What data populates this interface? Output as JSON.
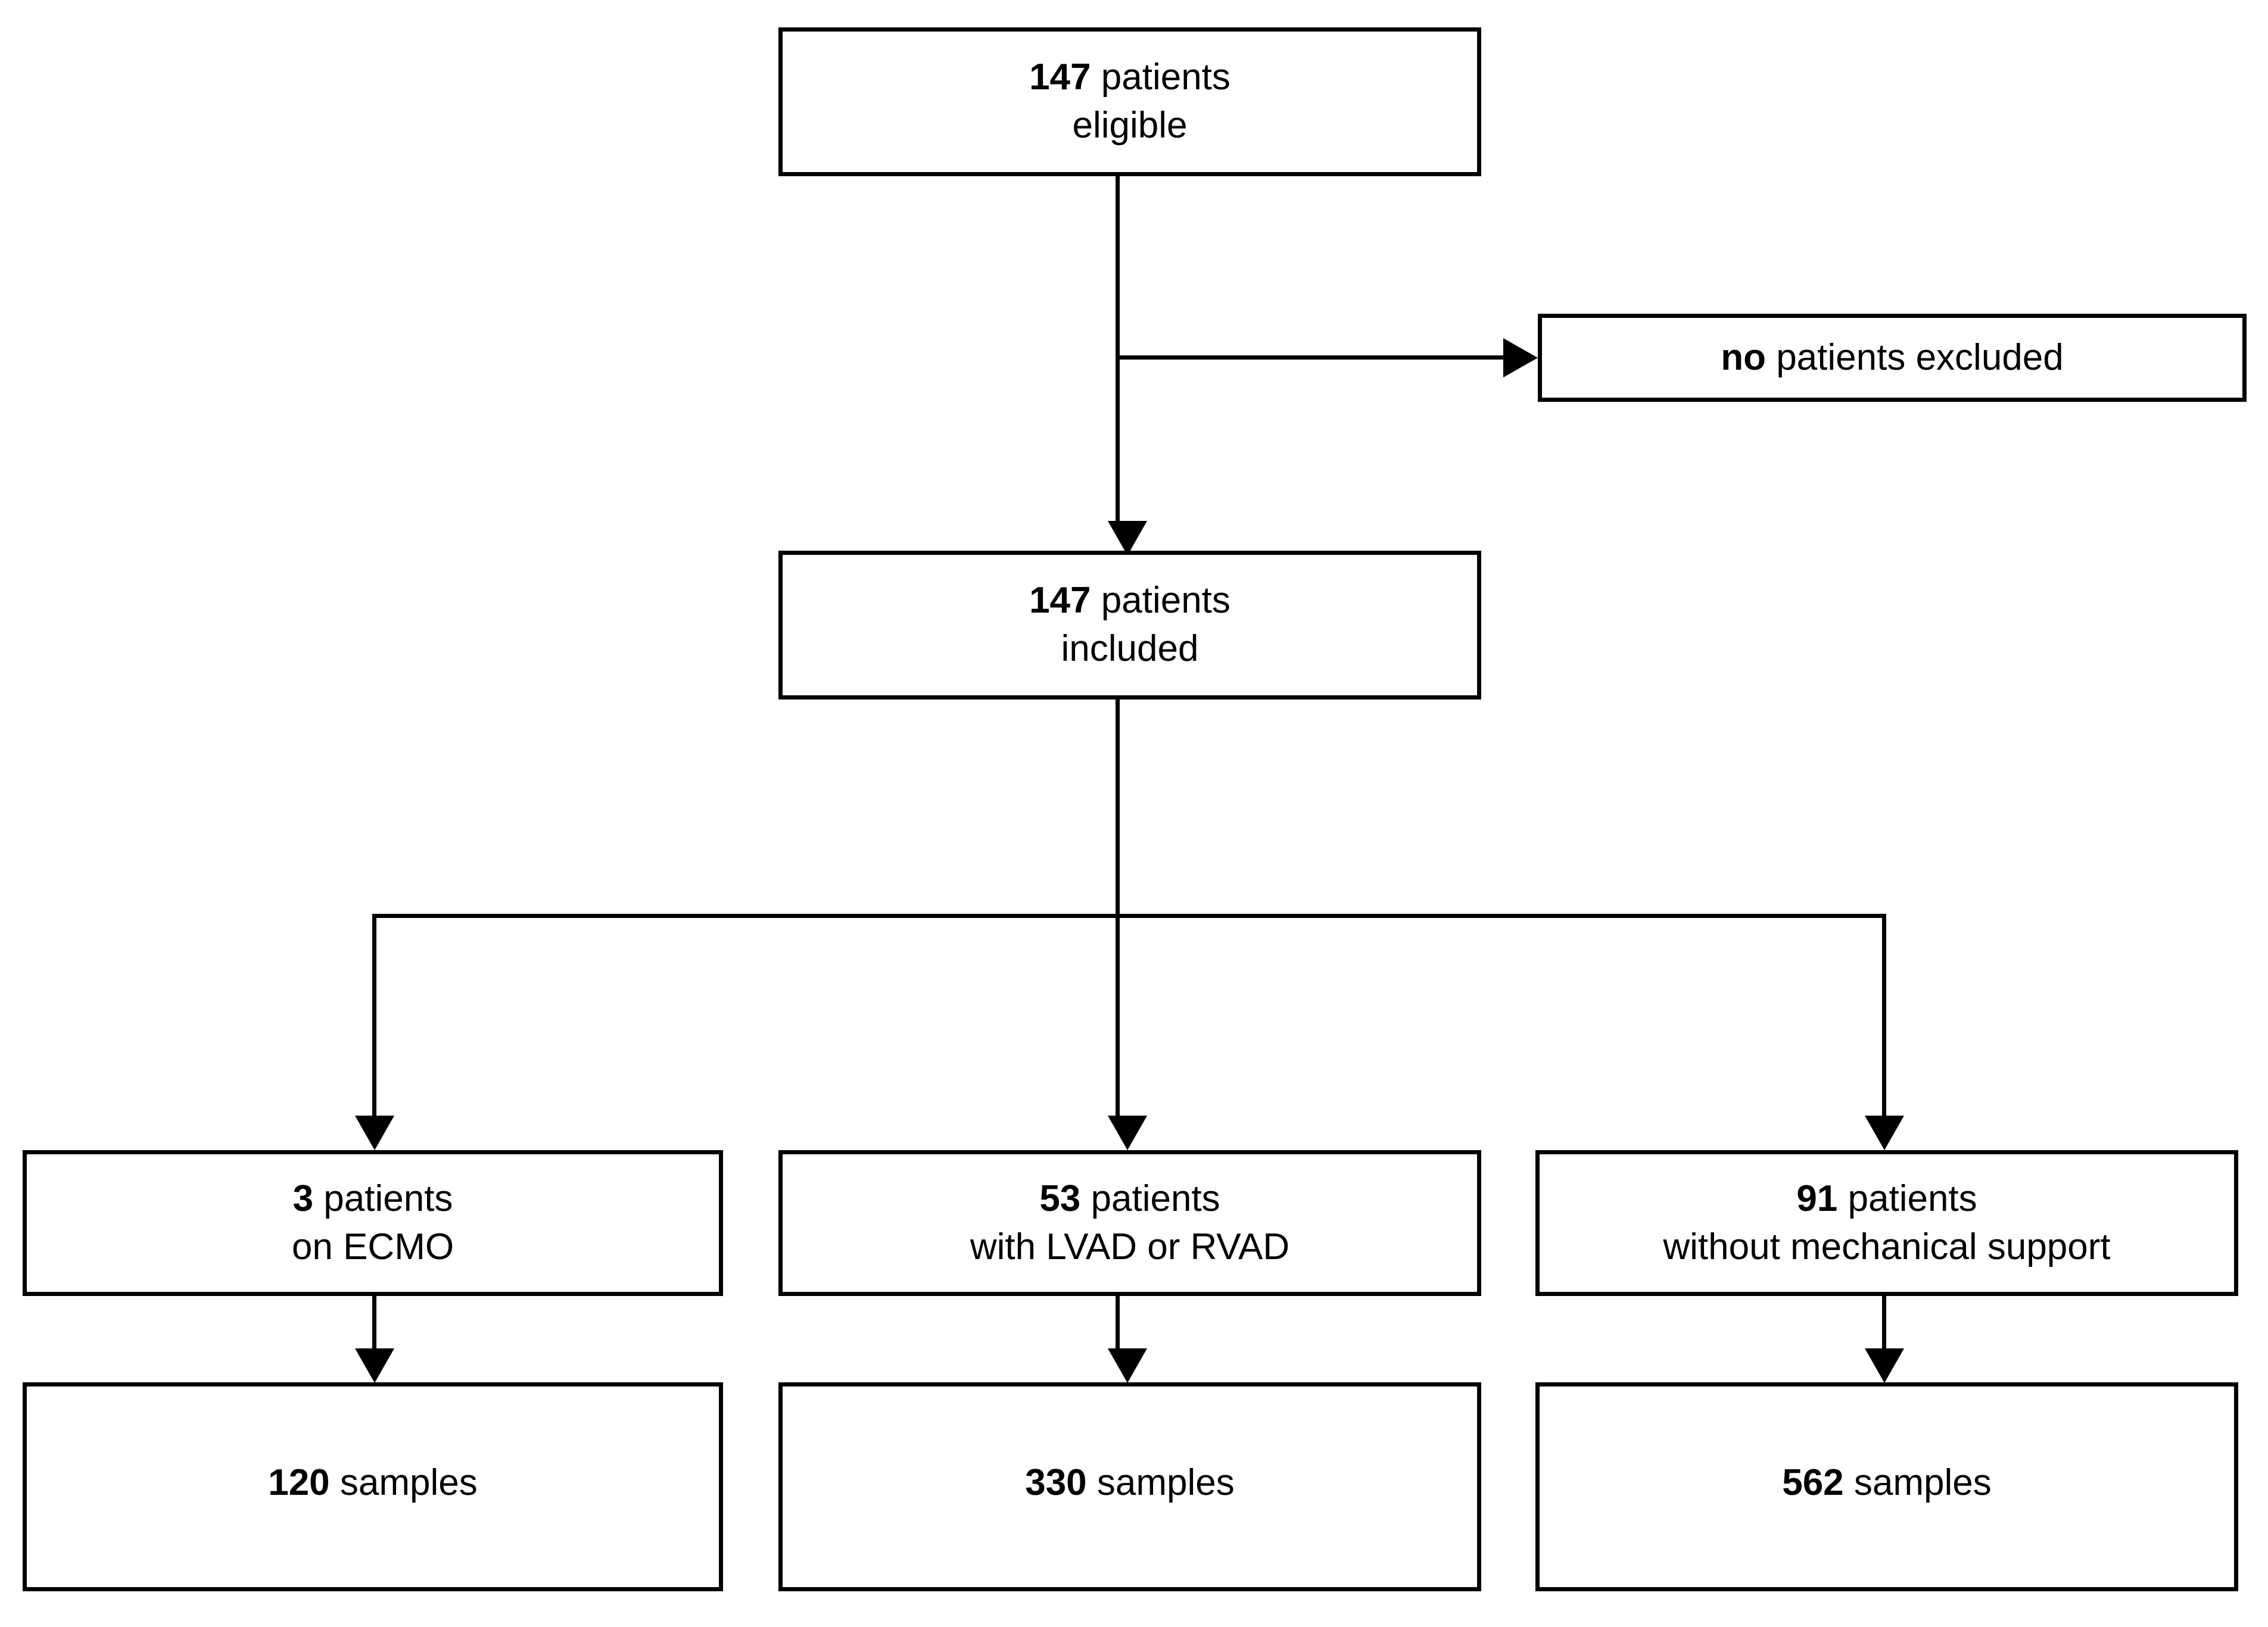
{
  "diagram": {
    "type": "patient-flow-consort",
    "nodes": {
      "eligible": {
        "number": "147",
        "line1_rest": " patients",
        "line2": "eligible"
      },
      "excluded": {
        "number": "no",
        "rest": " patients excluded"
      },
      "included": {
        "number": "147",
        "line1_rest": " patients",
        "line2": "included"
      },
      "group_ecmo": {
        "number": "3",
        "line1_rest": " patients",
        "line2": "on ECMO"
      },
      "group_vad": {
        "number": "53",
        "line1_rest": " patients",
        "line2": "with LVAD or RVAD"
      },
      "group_nosupport": {
        "number": "91",
        "line1_rest": " patients",
        "line2": "without mechanical support"
      },
      "samples_ecmo": {
        "number": "120",
        "rest": " samples"
      },
      "samples_vad": {
        "number": "330",
        "rest": " samples"
      },
      "samples_nosupport": {
        "number": "562",
        "rest": " samples"
      }
    },
    "colors": {
      "background": "#ffffff",
      "stroke": "#000000",
      "text": "#000000"
    }
  }
}
